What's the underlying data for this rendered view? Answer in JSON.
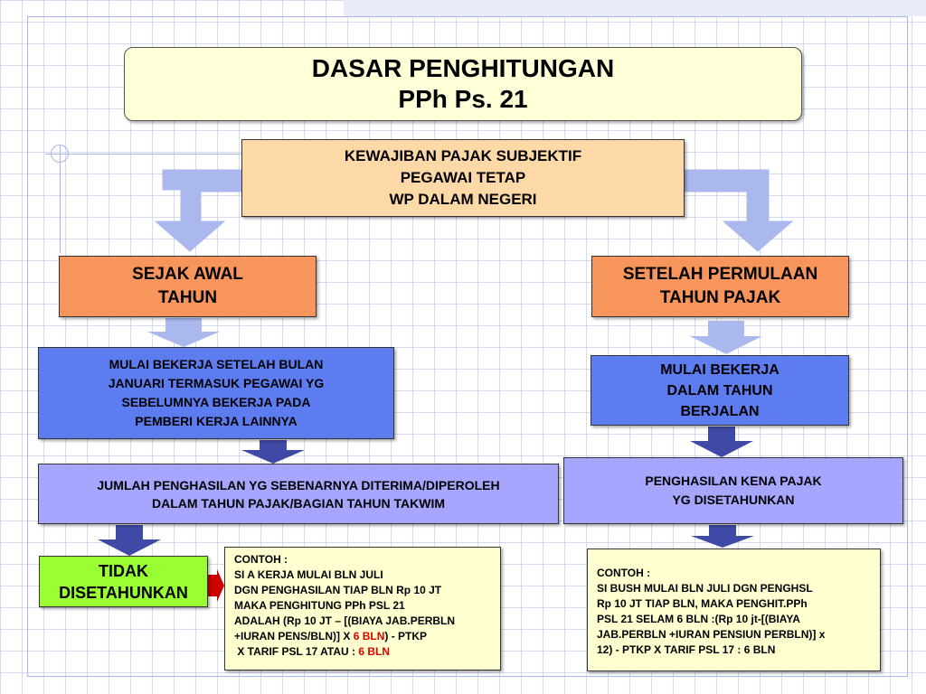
{
  "title": {
    "line1": "DASAR PENGHITUNGAN",
    "line2": "PPh Ps. 21"
  },
  "subject": {
    "line1": "KEWAJIBAN PAJAK SUBJEKTIF",
    "line2": "PEGAWAI TETAP",
    "line3": "WP DALAM NEGERI"
  },
  "left_branch": {
    "head": {
      "line1": "SEJAK AWAL",
      "line2": "TAHUN"
    },
    "start": {
      "line1": "MULAI BEKERJA SETELAH BULAN",
      "line2": "JANUARI TERMASUK PEGAWAI YG",
      "line3": "SEBELUMNYA BEKERJA PADA",
      "line4": "PEMBERI KERJA LAINNYA"
    },
    "income": {
      "line1": "JUMLAH PENGHASILAN  YG SEBENARNYA  DITERIMA/DIPEROLEH",
      "line2": "DALAM TAHUN PAJAK/BAGIAN TAHUN TAKWIM"
    },
    "result": {
      "line1": "TIDAK",
      "line2": "DISETAHUNKAN"
    },
    "example": {
      "l1": "CONTOH :",
      "l2": "SI A KERJA MULAI BLN JULI",
      "l3": "DGN PENGHASILAN TIAP BLN Rp 10 JT",
      "l4": "MAKA PENGHITUNG PPh PSL 21",
      "l5": "ADALAH (Rp 10 JT – [(BIAYA JAB.PERBLN",
      "l6a": "+IURAN PENS/BLN)] X ",
      "l6red": "6 BLN",
      "l6b": ") - PTKP",
      "l7a": " X TARIF PSL 17 ATAU : ",
      "l7red": "6 BLN"
    }
  },
  "right_branch": {
    "head": {
      "line1": "SETELAH PERMULAAN",
      "line2": "TAHUN PAJAK"
    },
    "start": {
      "line1": "MULAI BEKERJA",
      "line2": "DALAM TAHUN",
      "line3": "BERJALAN"
    },
    "income": {
      "line1": "PENGHASILAN KENA PAJAK",
      "line2": "YG DISETAHUNKAN"
    },
    "example": {
      "l1": "CONTOH :",
      "l2": "SI BUSH MULAI BLN JULI DGN PENGHSL",
      "l3": "Rp 10 JT TIAP BLN, MAKA PENGHIT.PPh",
      "l4": "PSL 21 SELAM 6 BLN :(Rp 10 jt-[(BIAYA",
      "l5": "JAB.PERBLN +IURAN PENSIUN PERBLN)] x",
      "l6": "12) - PTKP X TARIF PSL 17 : 6 BLN"
    }
  },
  "colors": {
    "title_fill": "#ffffd8",
    "subject_fill": "#fdd9a8",
    "head_fill": "#f8955c",
    "start_fill": "#5c7cf0",
    "income_fill": "#a6a6ff",
    "result_fill": "#99ff33",
    "example_fill": "#ffffd0",
    "highlight": "#e00000"
  }
}
